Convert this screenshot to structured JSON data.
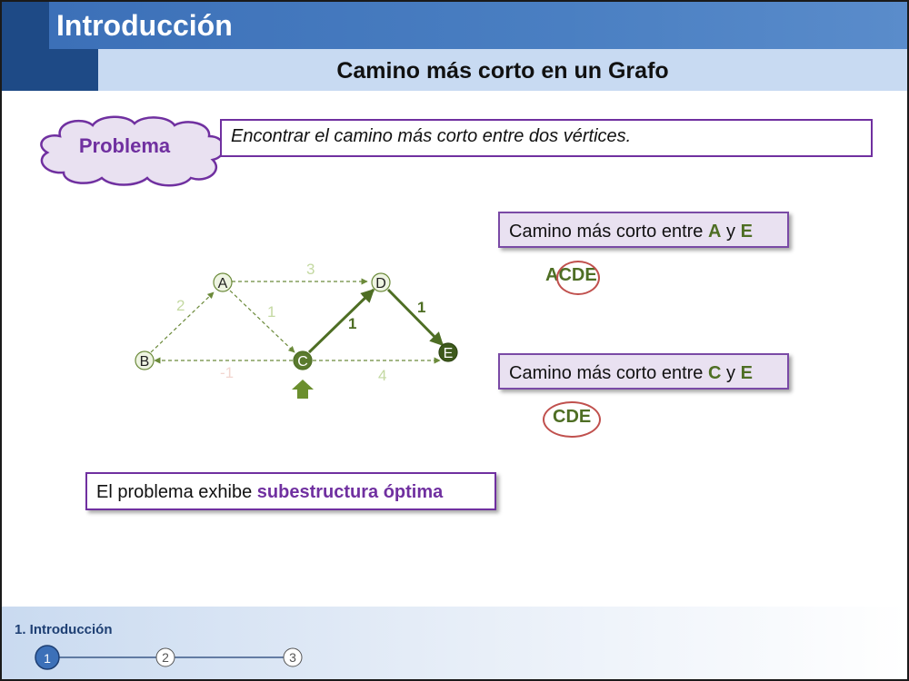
{
  "header": {
    "title": "Introducción",
    "subtitle": "Camino más corto en un Grafo"
  },
  "problem": {
    "label": "Problema",
    "definition": "Encontrar el camino más corto entre dos vértices."
  },
  "graph": {
    "nodes": [
      "A",
      "B",
      "C",
      "D",
      "E"
    ],
    "edges": [
      {
        "from": "B",
        "to": "A",
        "weight": "2",
        "style": "dashed"
      },
      {
        "from": "A",
        "to": "D",
        "weight": "3",
        "style": "dashed"
      },
      {
        "from": "A",
        "to": "C",
        "weight": "1",
        "style": "dashed"
      },
      {
        "from": "C",
        "to": "B",
        "weight": "-1",
        "style": "dashed"
      },
      {
        "from": "C",
        "to": "E",
        "weight": "4",
        "style": "dashed"
      },
      {
        "from": "C",
        "to": "D",
        "weight": "1",
        "style": "highlighted"
      },
      {
        "from": "D",
        "to": "E",
        "weight": "1",
        "style": "highlighted"
      }
    ],
    "pointer": "up-arrow-icon"
  },
  "questions": [
    {
      "prefix": "Camino más corto entre ",
      "from": "A",
      "conj": " y ",
      "to": "E",
      "answer_prefix": "A",
      "answer_highlight": "CDE"
    },
    {
      "prefix": "Camino más corto entre ",
      "from": "C",
      "conj": " y ",
      "to": "E",
      "answer_prefix": "",
      "answer_highlight": "CDE"
    }
  ],
  "optimal": {
    "text": "El problema exhibe ",
    "highlight": "subestructura óptima"
  },
  "footer": {
    "section": "1. Introducción",
    "steps": [
      "1",
      "2",
      "3"
    ],
    "current_step": "1"
  },
  "colors": {
    "accent_purple": "#7030a0",
    "accent_green": "#4e6e24",
    "header_blue": "#4a7fc2",
    "ring_red": "#c0504d"
  }
}
